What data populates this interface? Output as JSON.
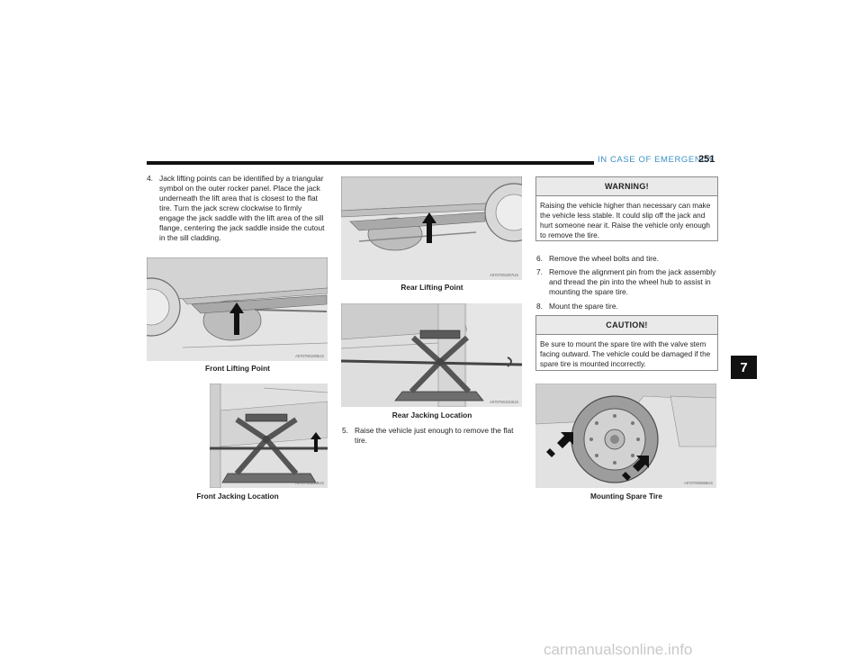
{
  "header": {
    "section": "IN CASE OF EMERGENCY",
    "page_number": "251"
  },
  "chapter_tab": "7",
  "steps": {
    "s4": {
      "num": "4.",
      "text": "Jack lifting points can be identified by a triangular symbol on the outer rocker panel. Place the jack underneath the lift area that is closest to the flat tire. Turn the jack screw clockwise to firmly engage the jack saddle with the lift area of the sill flange, centering the jack saddle inside the cutout in the sill cladding."
    },
    "s5": {
      "num": "5.",
      "text": "Raise the vehicle just enough to remove the flat tire."
    },
    "s6": {
      "num": "6.",
      "text": "Remove the wheel bolts and tire."
    },
    "s7": {
      "num": "7.",
      "text": "Remove the alignment pin from the jack assembly and thread the pin into the wheel hub to assist in mounting the spare tire."
    },
    "s8": {
      "num": "8.",
      "text": "Mount the spare tire."
    }
  },
  "figures": {
    "front_lift": {
      "code": "A0707001005US",
      "caption": "Front Lifting Point"
    },
    "front_jack": {
      "code": "A0707001009US",
      "caption": "Front Jacking Location"
    },
    "rear_lift": {
      "code": "A0707001007US",
      "caption": "Rear Lifting Point"
    },
    "rear_jack": {
      "code": "A0707001010US",
      "caption": "Rear Jacking Location"
    },
    "spare": {
      "code": "A0707000668US",
      "caption": "Mounting Spare Tire"
    }
  },
  "warning": {
    "title": "WARNING!",
    "text": "Raising the vehicle higher than necessary can make the vehicle less stable. It could slip off the jack and hurt someone near it. Raise the vehicle only enough to remove the tire."
  },
  "caution": {
    "title": "CAUTION!",
    "text": "Be sure to mount the spare tire with the valve stem facing outward. The vehicle could be damaged if the spare tire is mounted incorrectly."
  },
  "watermark": "carmanualsonline.info"
}
